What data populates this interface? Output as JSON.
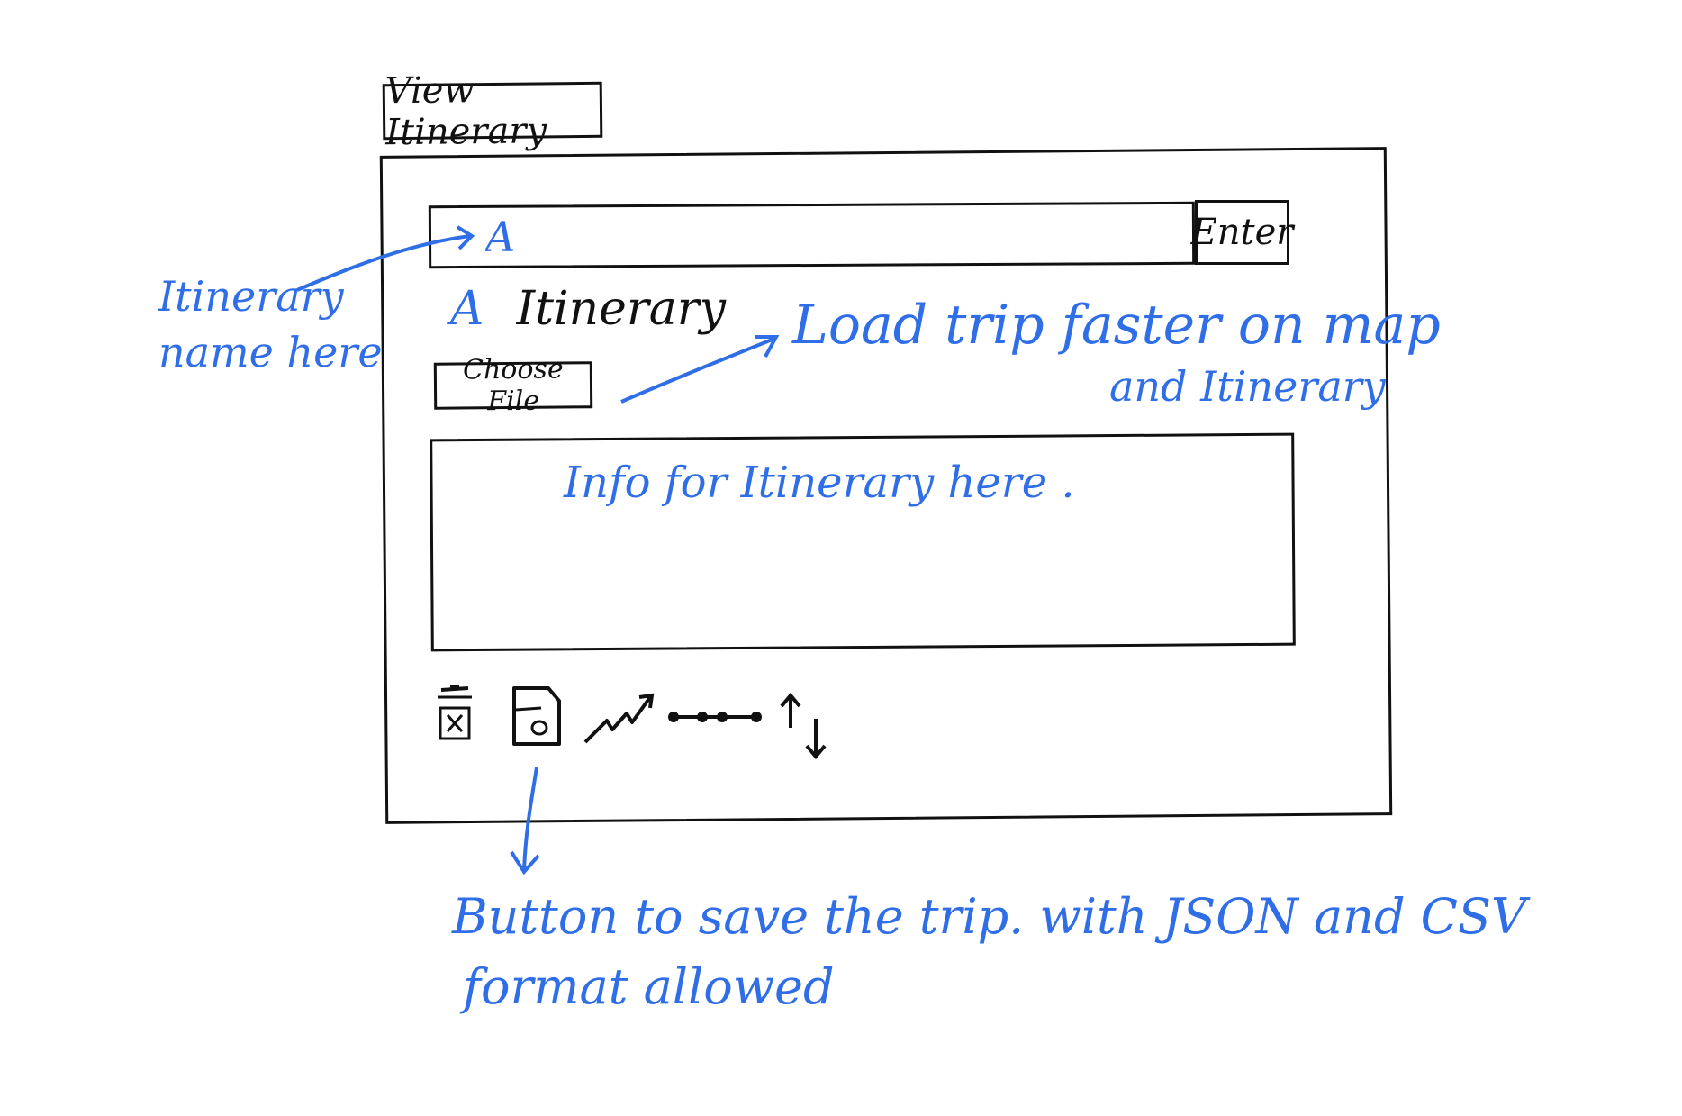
{
  "tab": {
    "label": "View Itinerary"
  },
  "itinerary_input": {
    "value": "A",
    "enter_label": "Enter"
  },
  "title": {
    "prefix": "A",
    "name": "Itinerary"
  },
  "file": {
    "choose_label": "Choose File"
  },
  "info": {
    "text": "Info for Itinerary here ."
  },
  "annotations": {
    "name_line1": "Itinerary",
    "name_line2": "name here",
    "load_line1": "Load trip faster on map",
    "load_line2": "and Itinerary",
    "save_line1": "Button to save the trip. with JSON and CSV",
    "save_line2": "format allowed"
  },
  "toolbar": {
    "icons": [
      "delete-icon",
      "save-icon",
      "trend-icon",
      "path-icon",
      "reverse-icon"
    ]
  },
  "colors": {
    "ink": "#111111",
    "annotation": "#2f6ee6"
  }
}
